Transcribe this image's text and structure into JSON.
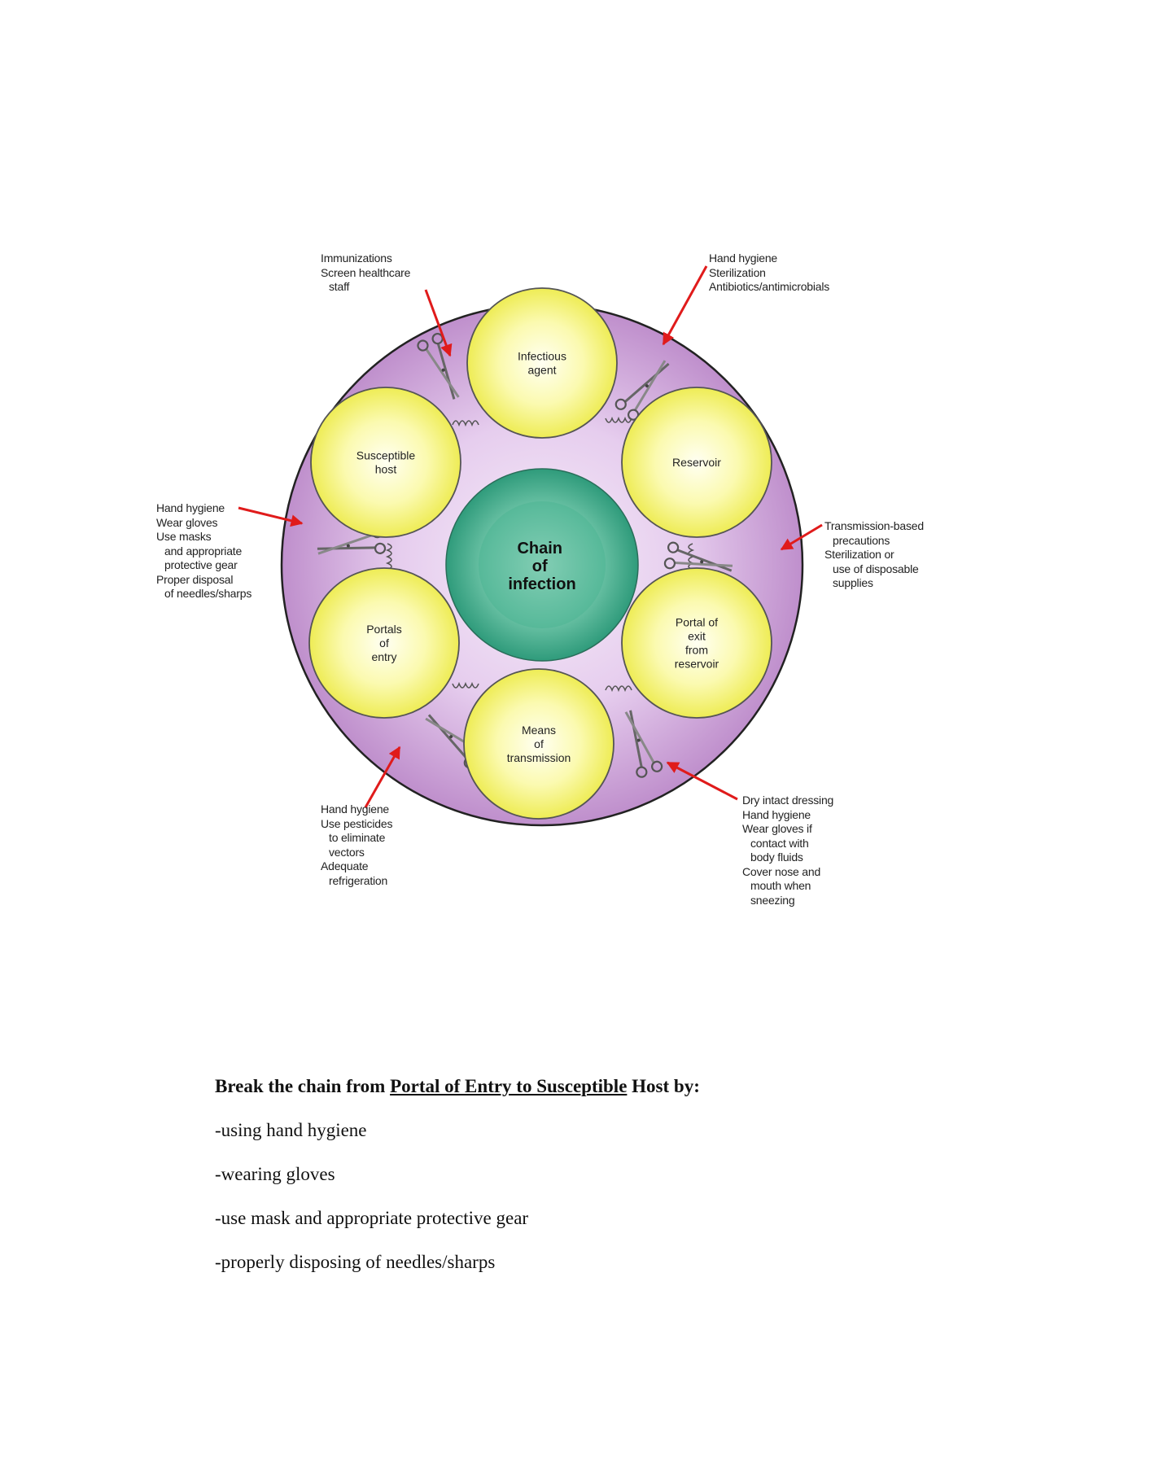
{
  "diagram": {
    "center_label": [
      "Chain",
      "of",
      "infection"
    ],
    "nodes": [
      {
        "id": "infectious-agent",
        "lines": [
          "Infectious",
          "agent"
        ]
      },
      {
        "id": "reservoir",
        "lines": [
          "Reservoir"
        ]
      },
      {
        "id": "portal-of-exit",
        "lines": [
          "Portal of",
          "exit",
          "from",
          "reservoir"
        ]
      },
      {
        "id": "means-of-transmission",
        "lines": [
          "Means",
          "of",
          "transmission"
        ]
      },
      {
        "id": "portals-of-entry",
        "lines": [
          "Portals",
          "of",
          "entry"
        ]
      },
      {
        "id": "susceptible-host",
        "lines": [
          "Susceptible",
          "host"
        ]
      }
    ],
    "notes": {
      "top_left": [
        "Immunizations",
        "Screen healthcare",
        "staff"
      ],
      "top_right": [
        "Hand hygiene",
        "Sterilization",
        "Antibiotics/antimicrobials"
      ],
      "left": [
        "Hand hygiene",
        "Wear gloves",
        "Use masks",
        "and appropriate",
        "protective gear",
        "Proper disposal",
        "of needles/sharps"
      ],
      "right": [
        "Transmission-based",
        "precautions",
        "Sterilization or",
        "use of disposable",
        "supplies"
      ],
      "bottom_left": [
        "Hand hygiene",
        "Use pesticides",
        "to eliminate",
        "vectors",
        "Adequate",
        "refrigeration"
      ],
      "bottom_right": [
        "Dry intact dressing",
        "Hand hygiene",
        "Wear gloves if",
        "contact with",
        "body fluids",
        "Cover nose and",
        "mouth when",
        "sneezing"
      ]
    },
    "colors": {
      "outer_ring": "#c9a0d4",
      "node_fill": "#f7f58a",
      "center_fill": "#3aa88a",
      "arrow": "#e01b1b"
    }
  },
  "text": {
    "heading_pre": "Break the chain from ",
    "heading_link": "Portal of Entry to Susceptible",
    "heading_post": " Host by:",
    "bullets": [
      "-using hand hygiene",
      "-wearing gloves",
      "-use mask and appropriate protective gear",
      "-properly disposing of needles/sharps"
    ]
  }
}
